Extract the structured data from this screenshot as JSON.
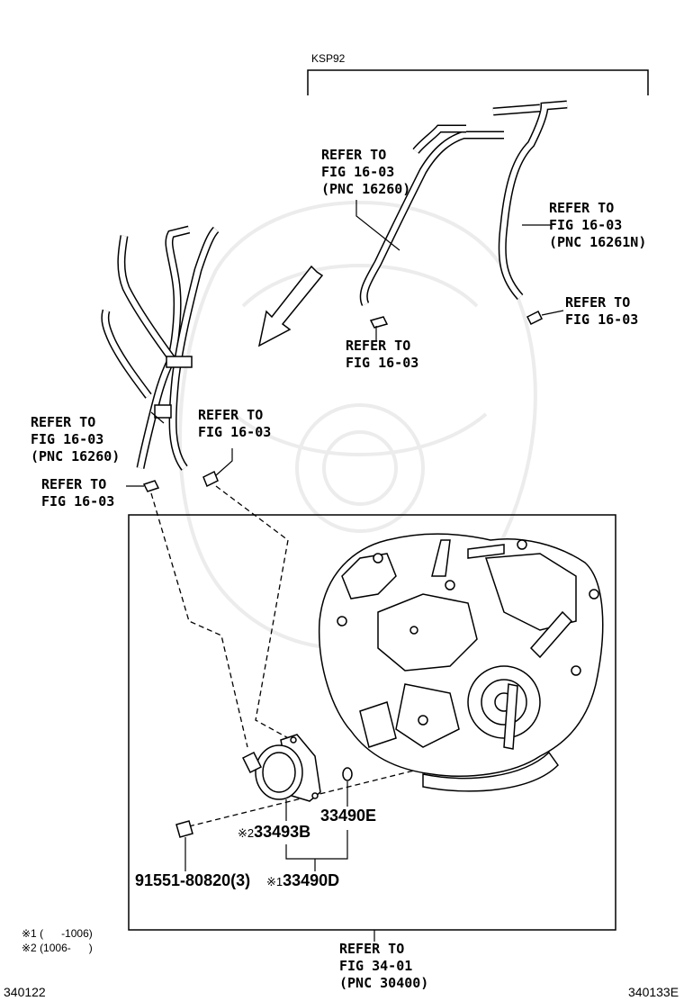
{
  "variant_label": "KSP92",
  "refs": {
    "top_center": [
      "REFER TO",
      "FIG 16-03",
      "(PNC 16260)"
    ],
    "top_right": [
      "REFER TO",
      "FIG 16-03",
      "(PNC 16261N)"
    ],
    "right_clamp": [
      "REFER TO",
      "FIG 16-03"
    ],
    "center_clamp": [
      "REFER TO",
      "FIG 16-03"
    ],
    "left_hose": [
      "REFER TO",
      "FIG 16-03",
      "(PNC 16260)"
    ],
    "mid_clamp": [
      "REFER TO",
      "FIG 16-03"
    ],
    "left_clamp": [
      "REFER TO",
      "FIG 16-03"
    ],
    "bottom": [
      "REFER TO",
      "FIG 34-01",
      "(PNC 30400)"
    ]
  },
  "parts": {
    "gasket": "33490E",
    "cooler": "33493B",
    "cooler_mark": "※2",
    "bolt": "91551-80820(3)",
    "assembly": "33490D",
    "assembly_mark": "※1"
  },
  "notes": [
    "※1 (      -1006)",
    "※2 (1006-      )"
  ],
  "codes": {
    "left": "340122",
    "right": "340133E"
  }
}
